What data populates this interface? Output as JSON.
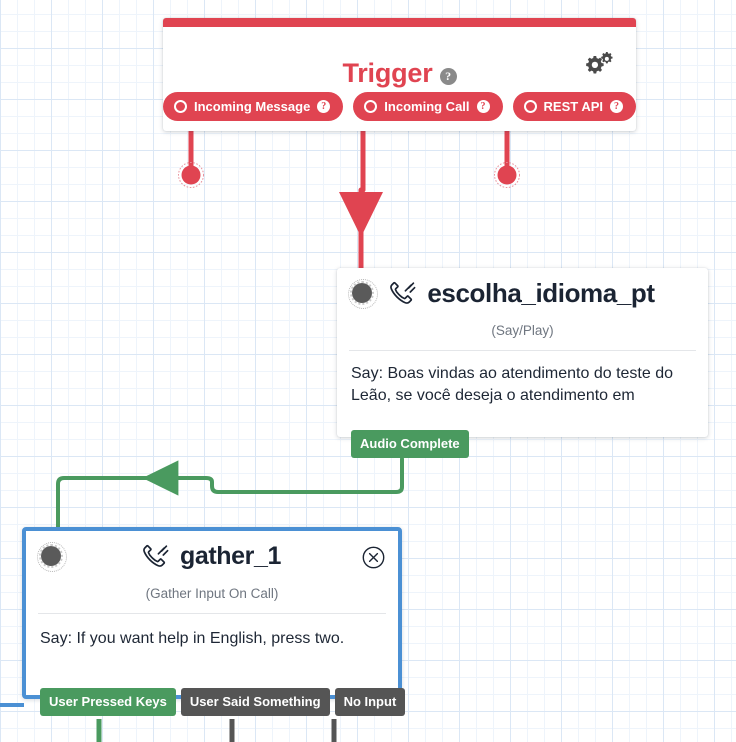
{
  "canvas": {
    "grid": true,
    "background_color": "#ffffff",
    "grid_color": "#dbe7f5"
  },
  "colors": {
    "trigger_red": "#e04451",
    "success_green": "#4a9a5f",
    "neutral_gray": "#555555",
    "selected_blue": "#4b90d4",
    "text_dark": "#1e2735",
    "text_muted": "#6f7680"
  },
  "trigger": {
    "title": "Trigger",
    "help_label": "?",
    "settings_icon": "gears-icon",
    "pills": [
      {
        "label": "Incoming Message",
        "help_label": "?",
        "icon": "radio-circle-icon"
      },
      {
        "label": "Incoming Call",
        "help_label": "?",
        "icon": "radio-circle-icon"
      },
      {
        "label": "REST API",
        "help_label": "?",
        "icon": "radio-circle-icon"
      }
    ]
  },
  "say_node": {
    "title": "escolha_idioma_pt",
    "icon": "phone-outgoing-icon",
    "subtitle": "(Say/Play)",
    "body": "Say: Boas vindas ao atendimento do teste do Leão, se você deseja o atendimento em",
    "outputs": [
      {
        "label": "Audio Complete",
        "style": "green"
      }
    ]
  },
  "gather_node": {
    "title": "gather_1",
    "icon": "phone-outgoing-icon",
    "subtitle": "(Gather Input On Call)",
    "body": "Say: If you want help in English, press two.",
    "close_icon": "close-circle-icon",
    "selected": true,
    "outputs": [
      {
        "label": "User Pressed Keys",
        "style": "green"
      },
      {
        "label": "User Said Something",
        "style": "gray"
      },
      {
        "label": "No Input",
        "style": "gray"
      }
    ]
  },
  "edges": [
    {
      "from": "Incoming Message",
      "to": "endpoint-dot",
      "color": "#e04451"
    },
    {
      "from": "Incoming Call",
      "to": "escolha_idioma_pt",
      "color": "#e04451"
    },
    {
      "from": "REST API",
      "to": "endpoint-dot",
      "color": "#e04451"
    },
    {
      "from": "Audio Complete",
      "to": "gather_1",
      "color": "#4a9a5f"
    },
    {
      "from": "User Pressed Keys",
      "to": "offscreen",
      "color": "#4a9a5f"
    },
    {
      "from": "User Said Something",
      "to": "offscreen",
      "color": "#555555"
    },
    {
      "from": "No Input",
      "to": "offscreen",
      "color": "#555555"
    }
  ]
}
